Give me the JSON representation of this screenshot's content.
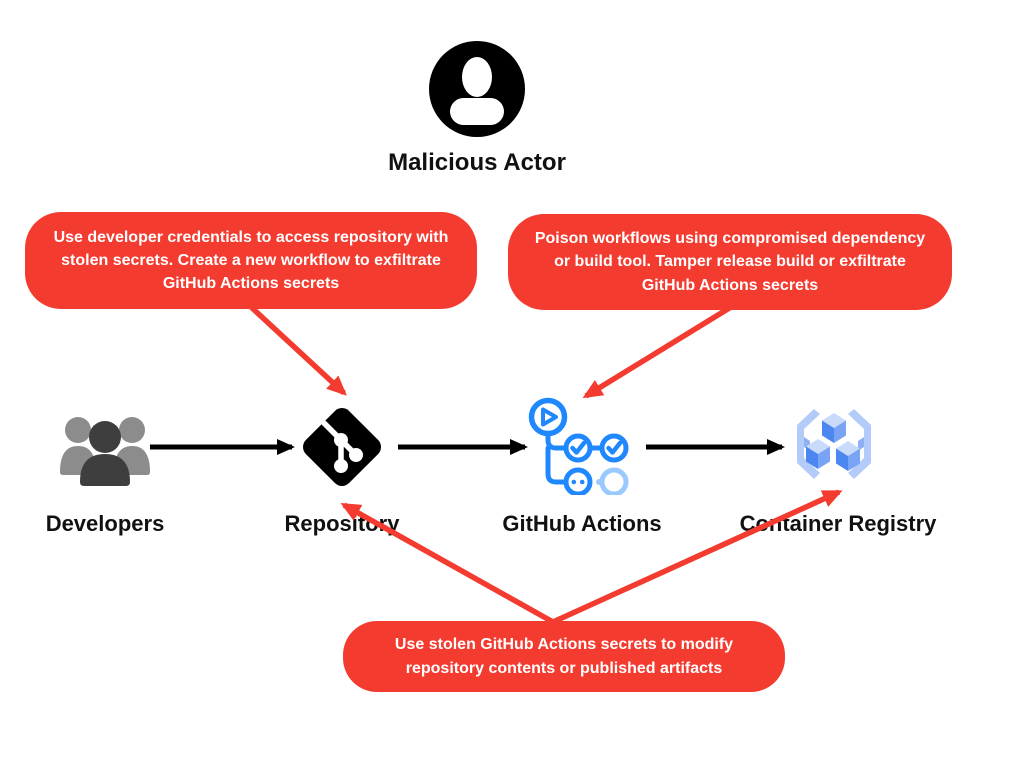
{
  "actor": {
    "label": "Malicious Actor",
    "icon": "person-avatar"
  },
  "callouts": {
    "left": "Use developer credentials to access repository with stolen secrets. Create a new workflow to exfiltrate GitHub Actions secrets",
    "right": "Poison workflows using compromised dependency or build tool. Tamper release build or exfiltrate GitHub Actions secrets",
    "bottom": "Use stolen GitHub Actions secrets to modify repository contents or published artifacts"
  },
  "nodes": [
    {
      "label": "Developers",
      "icon": "developers-group-icon"
    },
    {
      "label": "Repository",
      "icon": "git-logo-icon"
    },
    {
      "label": "GitHub Actions",
      "icon": "github-actions-workflow-icon"
    },
    {
      "label": "Container Registry",
      "icon": "container-registry-cubes-icon"
    }
  ],
  "arrows": {
    "flow": [
      "developers-to-repository",
      "repository-to-actions",
      "actions-to-registry"
    ],
    "attack": [
      "left-callout-to-repository",
      "right-callout-to-actions",
      "bottom-callout-to-repository",
      "bottom-callout-to-registry"
    ]
  },
  "colors": {
    "callout_red": "#f43b30",
    "arrow_black": "#000000",
    "actions_blue": "#2088ff",
    "registry_bracket_blue": "#b3cbf8",
    "registry_cube_blue": "#4c87f1",
    "registry_cube_top": "#c9dafb",
    "registry_cube_right": "#79a3f5",
    "developers_gray_back": "#8c8c8c",
    "developers_gray_front": "#3e3e3e",
    "text_black": "#111111",
    "background": "#ffffff"
  }
}
